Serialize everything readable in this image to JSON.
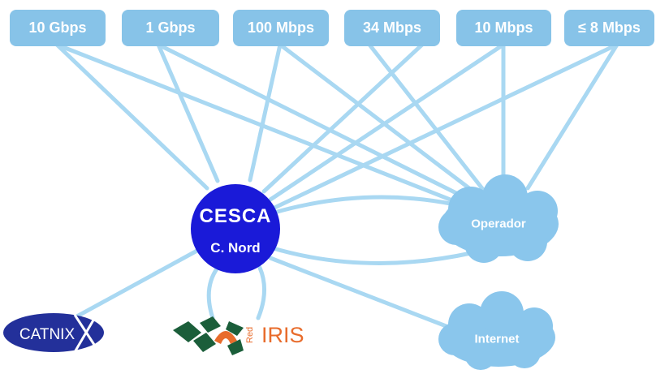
{
  "speeds": [
    "10 Gbps",
    "1 Gbps",
    "100 Mbps",
    "34 Mbps",
    "10 Mbps",
    "≤ 8 Mbps"
  ],
  "hub": {
    "logo": "CESCA",
    "label": "C. Nord"
  },
  "clouds": {
    "operator": "Operador",
    "internet": "Internet"
  },
  "logos": {
    "catnix": "CATNIX",
    "rediris_red": "Red",
    "rediris_iris": "IRIS"
  },
  "colors": {
    "box": "#87c3e8",
    "line": "#a9d8f2",
    "hub": "#1a1ad8",
    "cloud": "#8ac6ec",
    "iris": "#e86c2c",
    "catnix": "#23309a"
  }
}
